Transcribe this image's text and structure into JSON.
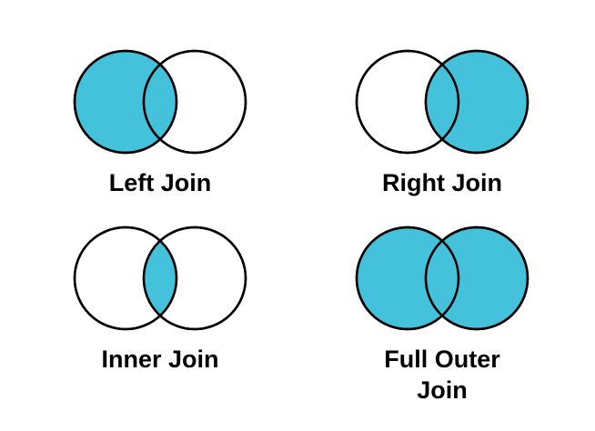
{
  "colors": {
    "fill": "#45C2DB",
    "stroke": "#000000",
    "background": "#FFFFFF",
    "label_text": "#000000"
  },
  "diagram_type": "venn-join-diagram",
  "diagrams": [
    {
      "id": "left-join",
      "label": "Left Join",
      "left_filled": true,
      "right_filled": false,
      "intersection_filled": true
    },
    {
      "id": "right-join",
      "label": "Right Join",
      "left_filled": false,
      "right_filled": true,
      "intersection_filled": true
    },
    {
      "id": "inner-join",
      "label": "Inner Join",
      "left_filled": false,
      "right_filled": false,
      "intersection_filled": true
    },
    {
      "id": "full-outer-join",
      "label": "Full Outer Join",
      "left_filled": true,
      "right_filled": true,
      "intersection_filled": true
    }
  ]
}
